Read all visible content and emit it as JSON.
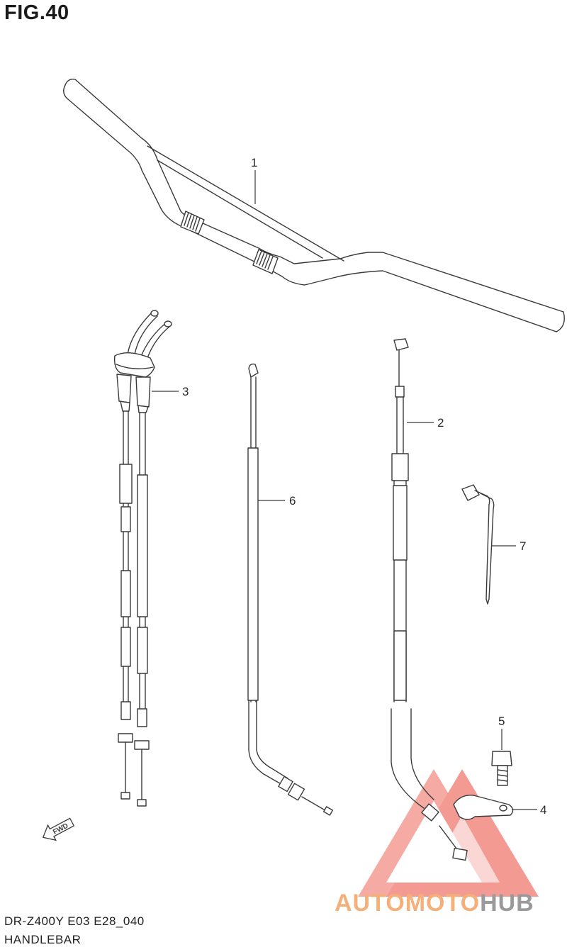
{
  "figure": {
    "title": "FIG.40"
  },
  "callouts": [
    "1",
    "2",
    "3",
    "4",
    "5",
    "6",
    "7"
  ],
  "fwd_label": "FWD",
  "footer": {
    "model": "DR-Z400Y E03 E28_040",
    "name": "HANDLEBAR"
  },
  "watermark": {
    "part_a": "AUTOMOTO",
    "part_b": "HUB",
    "color_a": "#f5b07a",
    "color_b": "#9a9a9a",
    "triangle_color": "#f07a70"
  }
}
